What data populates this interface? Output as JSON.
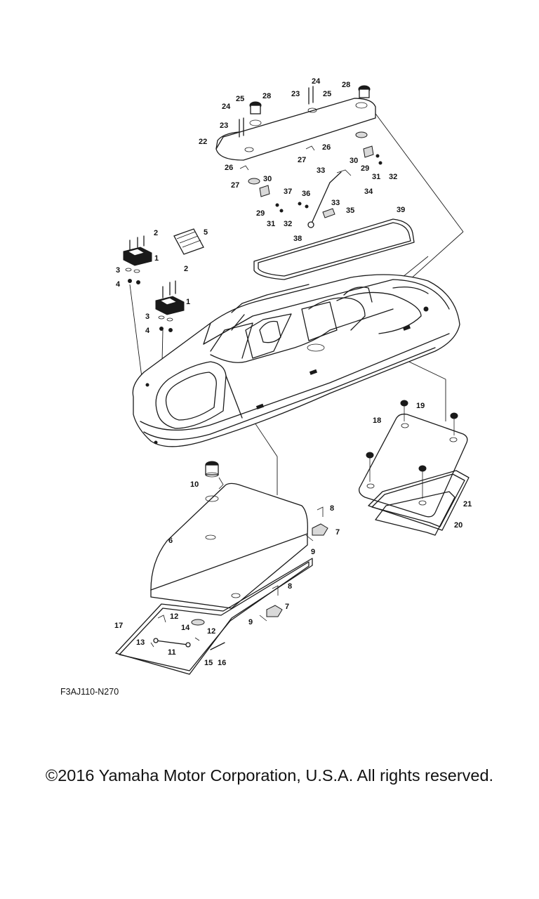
{
  "diagram": {
    "code": "F3AJ110-N270",
    "callouts": [
      "1",
      "2",
      "3",
      "4",
      "5",
      "6",
      "7",
      "8",
      "9",
      "10",
      "11",
      "12",
      "13",
      "14",
      "15",
      "16",
      "17",
      "18",
      "19",
      "20",
      "21",
      "22",
      "23",
      "24",
      "25",
      "26",
      "27",
      "28",
      "29",
      "30",
      "31",
      "32",
      "33",
      "34",
      "35",
      "36",
      "37",
      "38",
      "39"
    ]
  },
  "footer": {
    "copyright": "©2016 Yamaha Motor Corporation, U.S.A. All rights reserved."
  }
}
